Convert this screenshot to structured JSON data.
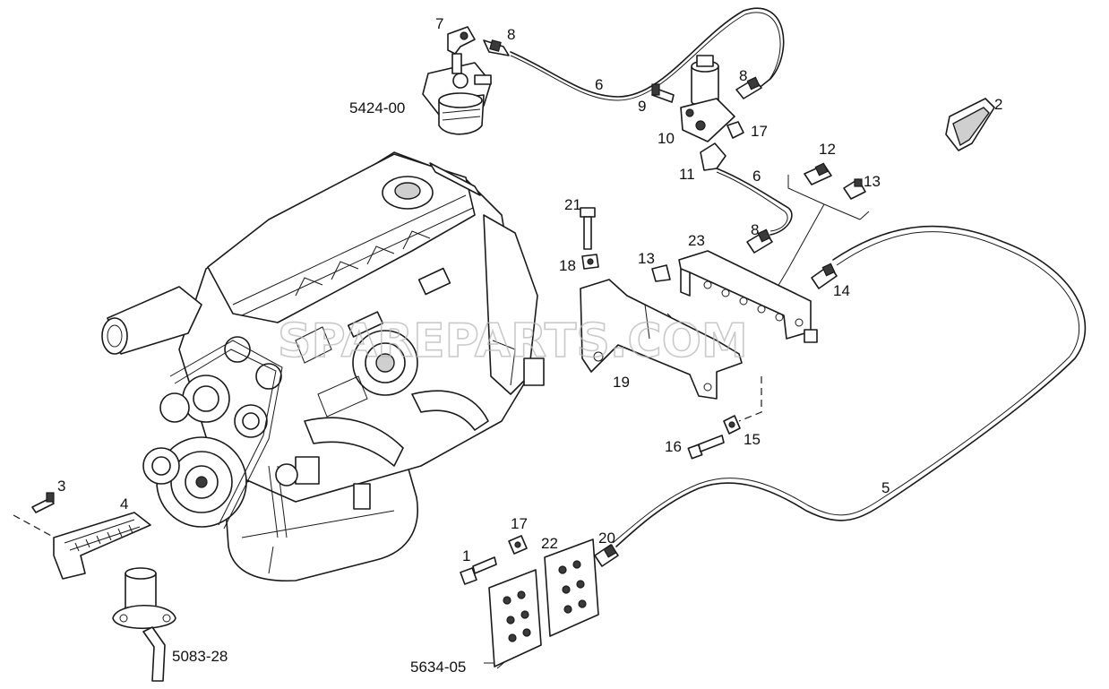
{
  "callouts": {
    "c1": "1",
    "c2": "2",
    "c3": "3",
    "c4": "4",
    "c5": "5",
    "c6a": "6",
    "c6b": "6",
    "c7": "7",
    "c8a": "8",
    "c8b": "8",
    "c8c": "8",
    "c9": "9",
    "c10": "10",
    "c11": "11",
    "c12": "12",
    "c13a": "13",
    "c13b": "13",
    "c14": "14",
    "c15": "15",
    "c16": "16",
    "c17a": "17",
    "c17b": "17",
    "c18": "18",
    "c19": "19",
    "c20": "20",
    "c21": "21",
    "c22": "22",
    "c23": "23"
  },
  "refs": {
    "filter": "5424-00",
    "heater": "5083-28",
    "mount": "5634-05"
  },
  "watermark": "SPAREPARTS.COM"
}
